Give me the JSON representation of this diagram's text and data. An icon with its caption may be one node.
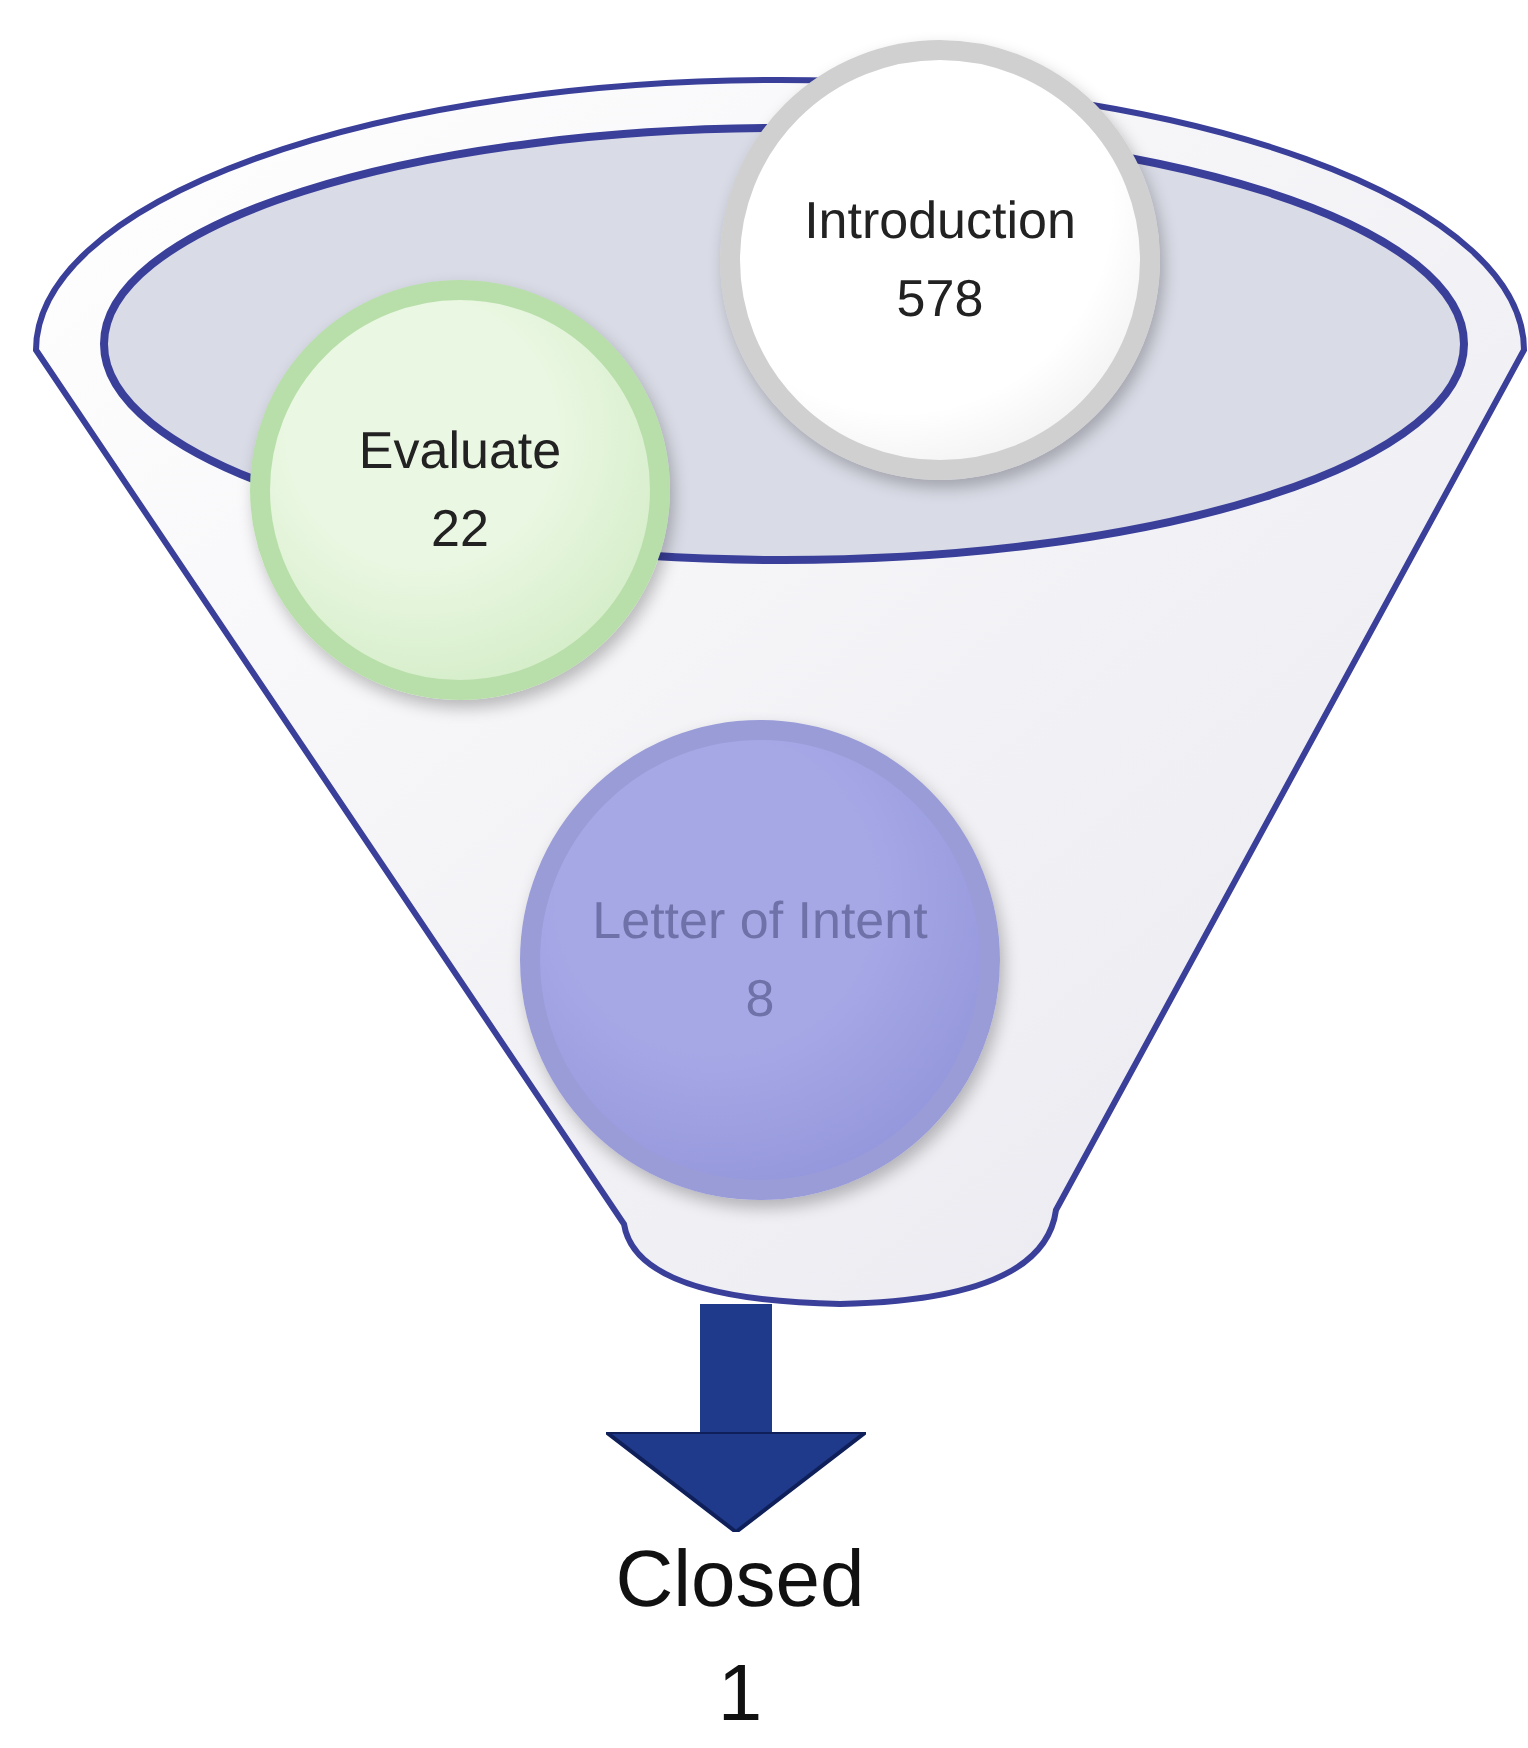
{
  "diagram": {
    "nodes": [
      {
        "text": [],
        "shape": "funnel"
      },
      {
        "text": [
          "Introduction",
          "578"
        ],
        "in": 0
      },
      {
        "text": [
          "Evaluate",
          "22"
        ],
        "in": 0
      },
      {
        "text": [
          "Letter of Intent",
          "8"
        ],
        "in": 0
      },
      {
        "text": [
          "Closed",
          "1"
        ]
      }
    ],
    "edges": [
      {
        "from": 0,
        "to": 4,
        "arrow": "to"
      }
    ]
  }
}
